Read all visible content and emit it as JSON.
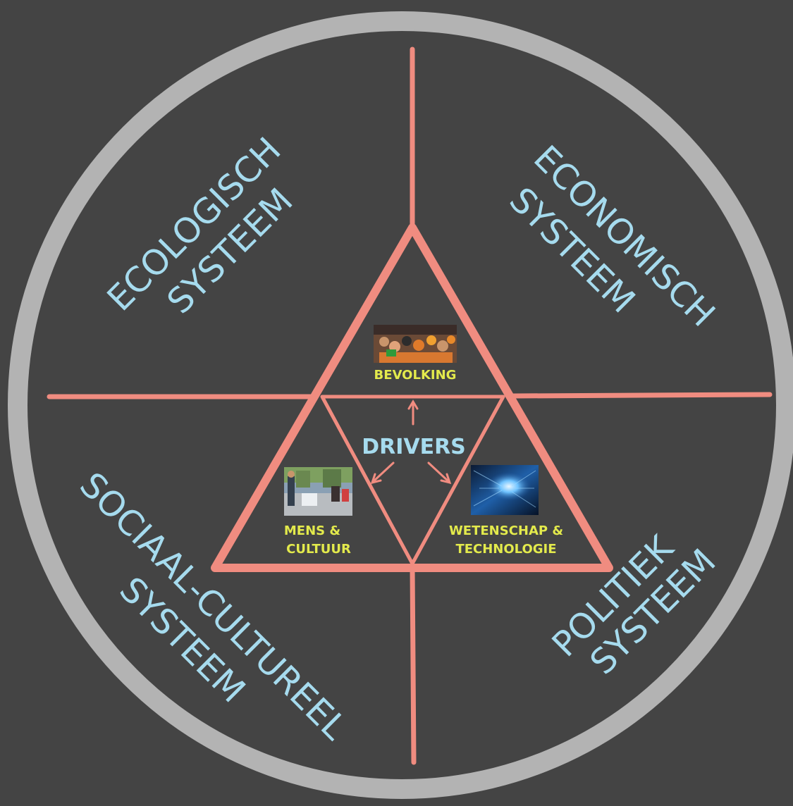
{
  "diagram": {
    "center_label": "DRIVERS",
    "quadrants": {
      "ecologisch": [
        "ECOLOGISCH",
        "SYSTEEM"
      ],
      "economisch": [
        "ECONOMISCH",
        "SYSTEEM"
      ],
      "sociaal_cultureel": [
        "SOCIAAL-CULTUREEL",
        "SYSTEEM"
      ],
      "politiek": [
        "POLITIEK",
        "SYSTEEM"
      ]
    },
    "drivers": {
      "bevolking": "BEVOLKING",
      "mens_cultuur": [
        "MENS &",
        "CULTUUR"
      ],
      "wetenschap_technologie": [
        "WETENSCHAP &",
        "TECHNOLOGIE"
      ]
    }
  }
}
